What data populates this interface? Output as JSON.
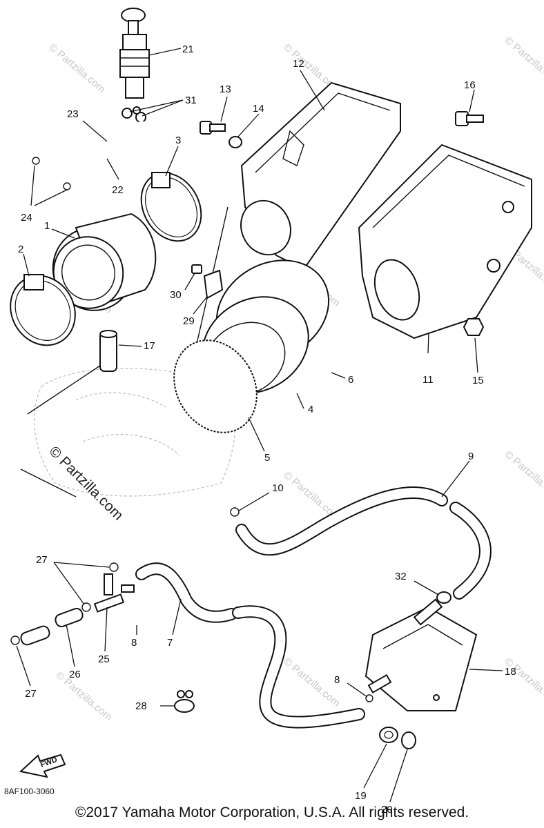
{
  "diagram": {
    "code": "8AF100-3060",
    "fwd_label": "FWD",
    "copyright": "©2017 Yamaha Motor Corporation, U.S.A. All rights reserved.",
    "watermark_main": "© Partzilla.com",
    "watermark_tile": "© Partzilla.com"
  },
  "callouts": {
    "c1": "1",
    "c2": "2",
    "c3": "3",
    "c4": "4",
    "c5": "5",
    "c6": "6",
    "c7": "7",
    "c8a": "8",
    "c8b": "8",
    "c9": "9",
    "c10": "10",
    "c11": "11",
    "c12": "12",
    "c13": "13",
    "c14": "14",
    "c15": "15",
    "c16": "16",
    "c17": "17",
    "c18": "18",
    "c19": "19",
    "c20": "20",
    "c21": "21",
    "c22": "22",
    "c23": "23",
    "c24": "24",
    "c25": "25",
    "c26": "26",
    "c27a": "27",
    "c27b": "27",
    "c28": "28",
    "c29": "29",
    "c30": "30",
    "c31": "31",
    "c32": "32"
  }
}
